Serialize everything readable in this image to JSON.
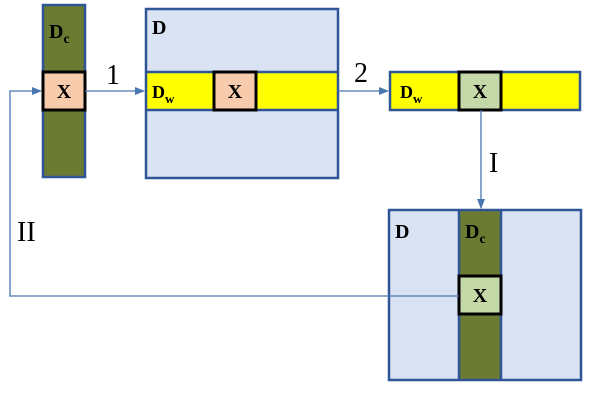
{
  "diagram": {
    "colors": {
      "matrix_fill": "#dae3f3",
      "border": "#2f5597",
      "column_fill": "#6b7b32",
      "row_fill": "#ffff00",
      "cell_pink": "#f8cbad",
      "cell_green": "#c5d9a8",
      "arrow": "#4a76b0"
    },
    "col_strip": {
      "label_main": "D",
      "label_sub": "c",
      "cell_label": "X"
    },
    "matrix_top": {
      "label": "D",
      "row_label_main": "D",
      "row_label_sub": "w",
      "cell_label": "X"
    },
    "row_strip": {
      "label_main": "D",
      "label_sub": "w",
      "cell_label": "X"
    },
    "matrix_bottom": {
      "label": "D",
      "col_label_main": "D",
      "col_label_sub": "c",
      "cell_label": "X"
    },
    "arrows": {
      "step1": "1",
      "step2": "2",
      "stepI": "I",
      "stepII": "II"
    }
  }
}
